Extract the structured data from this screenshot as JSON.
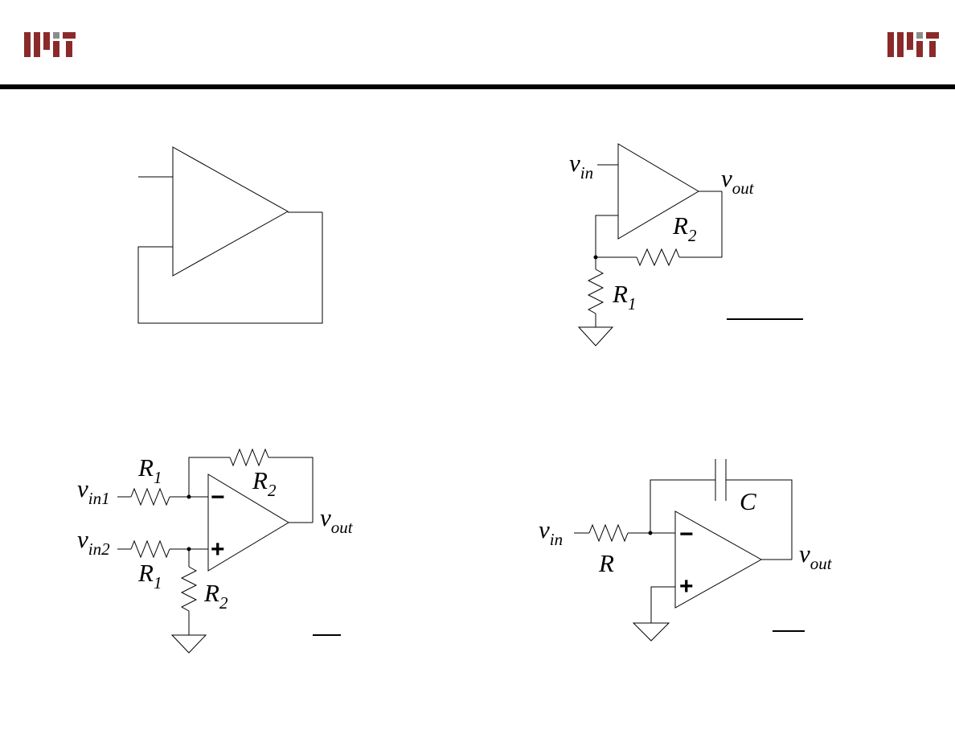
{
  "logo": {
    "text": "MIT",
    "color": "#8b2a2a",
    "secondary_color": "#8c8c8c"
  },
  "header_rule_color": "#000000",
  "circuit_follower": {
    "name": "voltage-follower"
  },
  "circuit_noninverting": {
    "vin": "v",
    "vin_sub": "in",
    "vout": "v",
    "vout_sub": "out",
    "r2": "R",
    "r2_sub": "2",
    "r1": "R",
    "r1_sub": "1"
  },
  "circuit_difference": {
    "vin1": "v",
    "vin1_sub": "in1",
    "vin2": "v",
    "vin2_sub": "in2",
    "vout": "v",
    "vout_sub": "out",
    "r1_top": "R",
    "r1_top_sub": "1",
    "r2_top": "R",
    "r2_top_sub": "2",
    "r1_bottom": "R",
    "r1_bottom_sub": "1",
    "r2_bottom": "R",
    "r2_bottom_sub": "2",
    "minus": "−",
    "plus": "+"
  },
  "circuit_integrator": {
    "vin": "v",
    "vin_sub": "in",
    "vout": "v",
    "vout_sub": "out",
    "r": "R",
    "c": "C",
    "minus": "−",
    "plus": "+"
  }
}
